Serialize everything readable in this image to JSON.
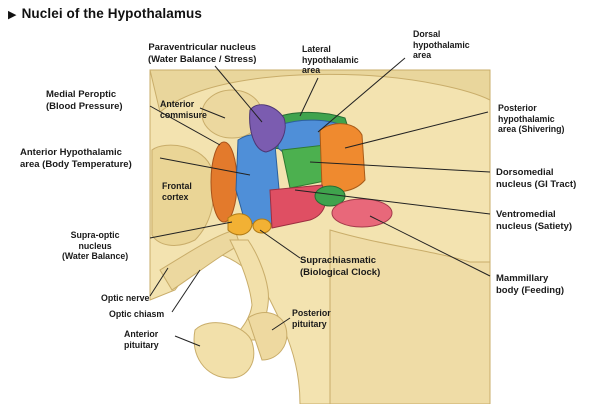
{
  "title": "Nuclei of the Hypothalamus",
  "labels": {
    "paraventricular": {
      "line1": "Paraventricular nucleus",
      "line2": "(Water Balance / Stress)"
    },
    "lateral": {
      "line1": "Lateral",
      "line2": "hypothalamic",
      "line3": "area"
    },
    "dorsal": {
      "line1": "Dorsal",
      "line2": "hypothalamic",
      "line3": "area"
    },
    "medial_preoptic": {
      "line1": "Medial Peroptic",
      "line2": "(Blood Pressure)"
    },
    "anterior_commisure": {
      "line1": "Anterior",
      "line2": "commisure"
    },
    "posterior_hypothalamic": {
      "line1": "Posterior",
      "line2": "hypothalamic",
      "line3": "area (Shivering)"
    },
    "anterior_hypothalamic": {
      "line1": "Anterior Hypothalamic",
      "line2": "area (Body Temperature)"
    },
    "frontal_cortex": {
      "line1": "Frontal",
      "line2": "cortex"
    },
    "dorsomedial": {
      "line1": "Dorsomedial",
      "line2": "nucleus (GI Tract)"
    },
    "ventromedial": {
      "line1": "Ventromedial",
      "line2": "nucleus (Satiety)"
    },
    "supraoptic": {
      "line1": "Supra-optic",
      "line2": "nucleus",
      "line3": "(Water Balance)"
    },
    "suprachiasmatic": {
      "line1": "Suprachiasmatic",
      "line2": "(Biological Clock)"
    },
    "mammillary": {
      "line1": "Mammillary",
      "line2": "body (Feeding)"
    },
    "optic_nerve": {
      "line1": "Optic nerve"
    },
    "optic_chiasm": {
      "line1": "Optic chiasm"
    },
    "posterior_pituitary": {
      "line1": "Posterior",
      "line2": "pituitary"
    },
    "anterior_pituitary": {
      "line1": "Anterior",
      "line2": "pituitary"
    }
  },
  "colors": {
    "tissue": "#f3e3b0",
    "tissue_dark": "#e6cf8c",
    "tissue_edge": "#c9ad6a",
    "paraventricular": "#7b5cb0",
    "lateral": "#3fa34d",
    "dorsal": "#4f8fd8",
    "anterior_hypothalamic": "#4f8fd8",
    "medial_preoptic": "#e37a2c",
    "posterior_hypothalamic": "#ef8a2f",
    "dorsomedial": "#4cb04f",
    "ventromedial": "#df4f63",
    "supraoptic": "#f2b134",
    "mammillary": "#e8687a",
    "leader": "#222222"
  }
}
